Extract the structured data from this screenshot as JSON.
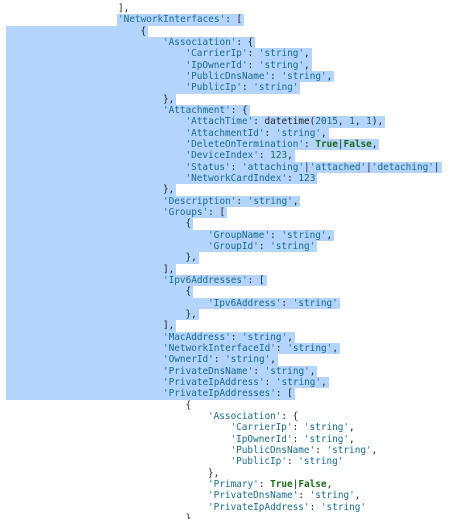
{
  "code": {
    "lines": [
      {
        "indent": 0,
        "tokens": [
          {
            "t": "p",
            "v": "],"
          }
        ]
      },
      {
        "indent": 0,
        "tokens": [
          {
            "t": "s",
            "v": "'NetworkInterfaces'"
          },
          {
            "t": "p",
            "v": ": ["
          }
        ]
      },
      {
        "indent": 1,
        "tokens": [
          {
            "t": "p",
            "v": "{"
          }
        ]
      },
      {
        "indent": 2,
        "tokens": [
          {
            "t": "s",
            "v": "'Association'"
          },
          {
            "t": "p",
            "v": ": {"
          }
        ]
      },
      {
        "indent": 3,
        "tokens": [
          {
            "t": "s",
            "v": "'CarrierIp'"
          },
          {
            "t": "p",
            "v": ": "
          },
          {
            "t": "s",
            "v": "'string'"
          },
          {
            "t": "p",
            "v": ","
          }
        ]
      },
      {
        "indent": 3,
        "tokens": [
          {
            "t": "s",
            "v": "'IpOwnerId'"
          },
          {
            "t": "p",
            "v": ": "
          },
          {
            "t": "s",
            "v": "'string'"
          },
          {
            "t": "p",
            "v": ","
          }
        ]
      },
      {
        "indent": 3,
        "tokens": [
          {
            "t": "s",
            "v": "'PublicDnsName'"
          },
          {
            "t": "p",
            "v": ": "
          },
          {
            "t": "s",
            "v": "'string'"
          },
          {
            "t": "p",
            "v": ","
          }
        ]
      },
      {
        "indent": 3,
        "tokens": [
          {
            "t": "s",
            "v": "'PublicIp'"
          },
          {
            "t": "p",
            "v": ": "
          },
          {
            "t": "s",
            "v": "'string'"
          }
        ]
      },
      {
        "indent": 2,
        "tokens": [
          {
            "t": "p",
            "v": "},"
          }
        ]
      },
      {
        "indent": 2,
        "tokens": [
          {
            "t": "s",
            "v": "'Attachment'"
          },
          {
            "t": "p",
            "v": ": {"
          }
        ]
      },
      {
        "indent": 3,
        "tokens": [
          {
            "t": "s",
            "v": "'AttachTime'"
          },
          {
            "t": "p",
            "v": ": datetime("
          },
          {
            "t": "n",
            "v": "2015"
          },
          {
            "t": "p",
            "v": ", "
          },
          {
            "t": "n",
            "v": "1"
          },
          {
            "t": "p",
            "v": ", "
          },
          {
            "t": "n",
            "v": "1"
          },
          {
            "t": "p",
            "v": "),"
          }
        ]
      },
      {
        "indent": 3,
        "tokens": [
          {
            "t": "s",
            "v": "'AttachmentId'"
          },
          {
            "t": "p",
            "v": ": "
          },
          {
            "t": "s",
            "v": "'string'"
          },
          {
            "t": "p",
            "v": ","
          }
        ]
      },
      {
        "indent": 3,
        "tokens": [
          {
            "t": "s",
            "v": "'DeleteOnTermination'"
          },
          {
            "t": "p",
            "v": ": "
          },
          {
            "t": "k",
            "v": "True"
          },
          {
            "t": "p",
            "v": "|"
          },
          {
            "t": "k",
            "v": "False"
          },
          {
            "t": "p",
            "v": ","
          }
        ]
      },
      {
        "indent": 3,
        "tokens": [
          {
            "t": "s",
            "v": "'DeviceIndex'"
          },
          {
            "t": "p",
            "v": ": "
          },
          {
            "t": "n",
            "v": "123"
          },
          {
            "t": "p",
            "v": ","
          }
        ]
      },
      {
        "indent": 3,
        "tokens": [
          {
            "t": "s",
            "v": "'Status'"
          },
          {
            "t": "p",
            "v": ": "
          },
          {
            "t": "s",
            "v": "'attaching'"
          },
          {
            "t": "p",
            "v": "|"
          },
          {
            "t": "s",
            "v": "'attached'"
          },
          {
            "t": "p",
            "v": "|"
          },
          {
            "t": "s",
            "v": "'detaching'"
          },
          {
            "t": "p",
            "v": "|"
          }
        ]
      },
      {
        "indent": 3,
        "tokens": [
          {
            "t": "s",
            "v": "'NetworkCardIndex'"
          },
          {
            "t": "p",
            "v": ": "
          },
          {
            "t": "n",
            "v": "123"
          }
        ]
      },
      {
        "indent": 2,
        "tokens": [
          {
            "t": "p",
            "v": "},"
          }
        ]
      },
      {
        "indent": 2,
        "tokens": [
          {
            "t": "s",
            "v": "'Description'"
          },
          {
            "t": "p",
            "v": ": "
          },
          {
            "t": "s",
            "v": "'string'"
          },
          {
            "t": "p",
            "v": ","
          }
        ]
      },
      {
        "indent": 2,
        "tokens": [
          {
            "t": "s",
            "v": "'Groups'"
          },
          {
            "t": "p",
            "v": ": ["
          }
        ]
      },
      {
        "indent": 3,
        "tokens": [
          {
            "t": "p",
            "v": "{"
          }
        ]
      },
      {
        "indent": 4,
        "tokens": [
          {
            "t": "s",
            "v": "'GroupName'"
          },
          {
            "t": "p",
            "v": ": "
          },
          {
            "t": "s",
            "v": "'string'"
          },
          {
            "t": "p",
            "v": ","
          }
        ]
      },
      {
        "indent": 4,
        "tokens": [
          {
            "t": "s",
            "v": "'GroupId'"
          },
          {
            "t": "p",
            "v": ": "
          },
          {
            "t": "s",
            "v": "'string'"
          }
        ]
      },
      {
        "indent": 3,
        "tokens": [
          {
            "t": "p",
            "v": "},"
          }
        ]
      },
      {
        "indent": 2,
        "tokens": [
          {
            "t": "p",
            "v": "],"
          }
        ]
      },
      {
        "indent": 2,
        "tokens": [
          {
            "t": "s",
            "v": "'Ipv6Addresses'"
          },
          {
            "t": "p",
            "v": ": ["
          }
        ]
      },
      {
        "indent": 3,
        "tokens": [
          {
            "t": "p",
            "v": "{"
          }
        ]
      },
      {
        "indent": 4,
        "tokens": [
          {
            "t": "s",
            "v": "'Ipv6Address'"
          },
          {
            "t": "p",
            "v": ": "
          },
          {
            "t": "s",
            "v": "'string'"
          }
        ]
      },
      {
        "indent": 3,
        "tokens": [
          {
            "t": "p",
            "v": "},"
          }
        ]
      },
      {
        "indent": 2,
        "tokens": [
          {
            "t": "p",
            "v": "],"
          }
        ]
      },
      {
        "indent": 2,
        "tokens": [
          {
            "t": "s",
            "v": "'MacAddress'"
          },
          {
            "t": "p",
            "v": ": "
          },
          {
            "t": "s",
            "v": "'string'"
          },
          {
            "t": "p",
            "v": ","
          }
        ]
      },
      {
        "indent": 2,
        "tokens": [
          {
            "t": "s",
            "v": "'NetworkInterfaceId'"
          },
          {
            "t": "p",
            "v": ": "
          },
          {
            "t": "s",
            "v": "'string'"
          },
          {
            "t": "p",
            "v": ","
          }
        ]
      },
      {
        "indent": 2,
        "tokens": [
          {
            "t": "s",
            "v": "'OwnerId'"
          },
          {
            "t": "p",
            "v": ": "
          },
          {
            "t": "s",
            "v": "'string'"
          },
          {
            "t": "p",
            "v": ","
          }
        ]
      },
      {
        "indent": 2,
        "tokens": [
          {
            "t": "s",
            "v": "'PrivateDnsName'"
          },
          {
            "t": "p",
            "v": ": "
          },
          {
            "t": "s",
            "v": "'string'"
          },
          {
            "t": "p",
            "v": ","
          }
        ]
      },
      {
        "indent": 2,
        "tokens": [
          {
            "t": "s",
            "v": "'PrivateIpAddress'"
          },
          {
            "t": "p",
            "v": ": "
          },
          {
            "t": "s",
            "v": "'string'"
          },
          {
            "t": "p",
            "v": ","
          }
        ]
      },
      {
        "indent": 2,
        "tokens": [
          {
            "t": "s",
            "v": "'PrivateIpAddresses'"
          },
          {
            "t": "p",
            "v": ": ["
          }
        ]
      },
      {
        "indent": 3,
        "tokens": [
          {
            "t": "p",
            "v": "{"
          }
        ]
      },
      {
        "indent": 4,
        "tokens": [
          {
            "t": "s",
            "v": "'Association'"
          },
          {
            "t": "p",
            "v": ": {"
          }
        ]
      },
      {
        "indent": 5,
        "tokens": [
          {
            "t": "s",
            "v": "'CarrierIp'"
          },
          {
            "t": "p",
            "v": ": "
          },
          {
            "t": "s",
            "v": "'string'"
          },
          {
            "t": "p",
            "v": ","
          }
        ]
      },
      {
        "indent": 5,
        "tokens": [
          {
            "t": "s",
            "v": "'IpOwnerId'"
          },
          {
            "t": "p",
            "v": ": "
          },
          {
            "t": "s",
            "v": "'string'"
          },
          {
            "t": "p",
            "v": ","
          }
        ]
      },
      {
        "indent": 5,
        "tokens": [
          {
            "t": "s",
            "v": "'PublicDnsName'"
          },
          {
            "t": "p",
            "v": ": "
          },
          {
            "t": "s",
            "v": "'string'"
          },
          {
            "t": "p",
            "v": ","
          }
        ]
      },
      {
        "indent": 5,
        "tokens": [
          {
            "t": "s",
            "v": "'PublicIp'"
          },
          {
            "t": "p",
            "v": ": "
          },
          {
            "t": "s",
            "v": "'string'"
          }
        ]
      },
      {
        "indent": 4,
        "tokens": [
          {
            "t": "p",
            "v": "},"
          }
        ]
      },
      {
        "indent": 4,
        "tokens": [
          {
            "t": "s",
            "v": "'Primary'"
          },
          {
            "t": "p",
            "v": ": "
          },
          {
            "t": "k",
            "v": "True"
          },
          {
            "t": "p",
            "v": "|"
          },
          {
            "t": "k",
            "v": "False"
          },
          {
            "t": "p",
            "v": ","
          }
        ]
      },
      {
        "indent": 4,
        "tokens": [
          {
            "t": "s",
            "v": "'PrivateDnsName'"
          },
          {
            "t": "p",
            "v": ": "
          },
          {
            "t": "s",
            "v": "'string'"
          },
          {
            "t": "p",
            "v": ","
          }
        ]
      },
      {
        "indent": 4,
        "tokens": [
          {
            "t": "s",
            "v": "'PrivateIpAddress'"
          },
          {
            "t": "p",
            "v": ": "
          },
          {
            "t": "s",
            "v": "'string'"
          }
        ]
      },
      {
        "indent": 3,
        "tokens": [
          {
            "t": "p",
            "v": "},"
          }
        ]
      }
    ]
  },
  "colors": {
    "selection": "#b3d4fc",
    "string": "#1a6b8a",
    "keyword": "#1c6b1c",
    "number": "#1c6b6b",
    "plain": "#222222"
  }
}
